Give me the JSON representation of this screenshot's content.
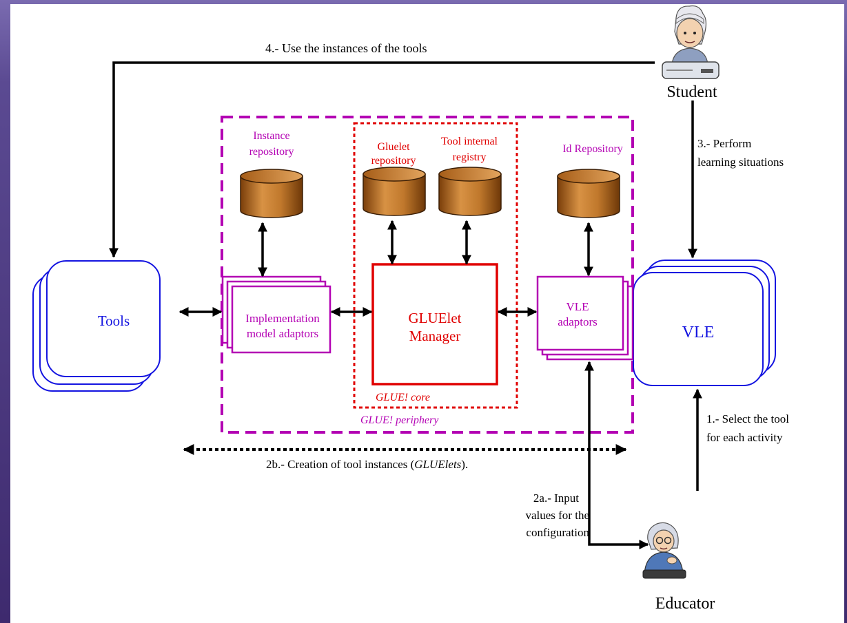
{
  "colors": {
    "magenta": "#b300b3",
    "red": "#e00000",
    "blue": "#1414e0",
    "cylinder_brown": "#b06a1f"
  },
  "actors": {
    "student": {
      "label": "Student",
      "icon": "student-at-computer-icon"
    },
    "educator": {
      "label": "Educator",
      "icon": "educator-at-computer-icon"
    }
  },
  "boxes": {
    "tools": "Tools",
    "vle": "VLE",
    "impl_adaptors_line1": "Implementation",
    "impl_adaptors_line2": "model adaptors",
    "gluelet_manager_line1": "GLUElet",
    "gluelet_manager_line2": "Manager",
    "vle_adaptors_line1": "VLE",
    "vle_adaptors_line2": "adaptors"
  },
  "repositories": {
    "instance_line1": "Instance",
    "instance_line2": "repository",
    "gluelet_line1": "Gluelet",
    "gluelet_line2": "repository",
    "tool_registry_line1": "Tool internal",
    "tool_registry_line2": "registry",
    "id": "Id Repository"
  },
  "regions": {
    "core_label": "GLUE! core",
    "periphery_label": "GLUE! periphery"
  },
  "steps": {
    "step4": "4.- Use the instances of the tools",
    "step3_line1": "3.- Perform",
    "step3_line2": "learning situations",
    "step1_line1": "1.- Select the tool",
    "step1_line2": "for each activity",
    "step2b_prefix": "2b.- Creation of tool instances (",
    "step2b_italic": "GLUElets",
    "step2b_suffix": ").",
    "step2a_line1": "2a.- Input",
    "step2a_line2": "values for the",
    "step2a_line3": "configuration"
  }
}
